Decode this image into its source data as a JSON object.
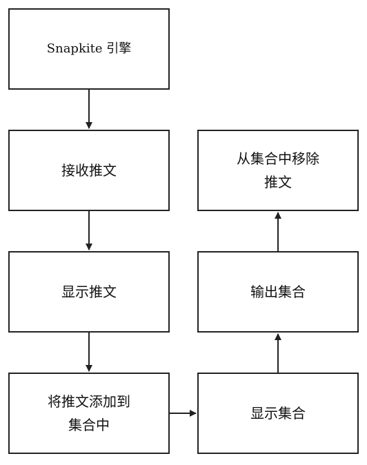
{
  "nodes": {
    "engine": "Snapkite 引擎",
    "receive": "接收推文",
    "display_tweet": "显示推文",
    "add_to_collection": "将推文添加到\n集合中",
    "display_collection": "显示集合",
    "output_collection": "输出集合",
    "remove_from_collection": "从集合中移除\n推文"
  },
  "colors": {
    "stroke": "#222222",
    "background": "#ffffff",
    "text": "#111111"
  }
}
